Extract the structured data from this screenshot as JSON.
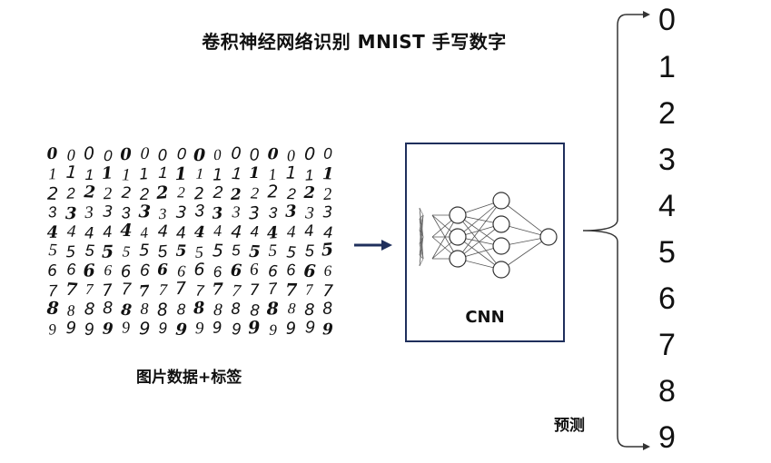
{
  "title": "卷积神经网络识别 MNIST 手写数字",
  "grid_caption": "图片数据+标签",
  "model_label": "CNN",
  "prediction_label": "预测",
  "output_classes": [
    "0",
    "1",
    "2",
    "3",
    "4",
    "5",
    "6",
    "7",
    "8",
    "9"
  ],
  "digit_rows": [
    "0000000000000000",
    "1111111111111111",
    "2222222222222222",
    "3333333333333333",
    "4444444444444444",
    "5555555555555555",
    "6666666666666666",
    "7777777777777777",
    "8888888888888888",
    "9999999999999999"
  ],
  "colors": {
    "box_border": "#1f2f5c",
    "arrow": "#1f2f5c",
    "text": "#111111"
  }
}
